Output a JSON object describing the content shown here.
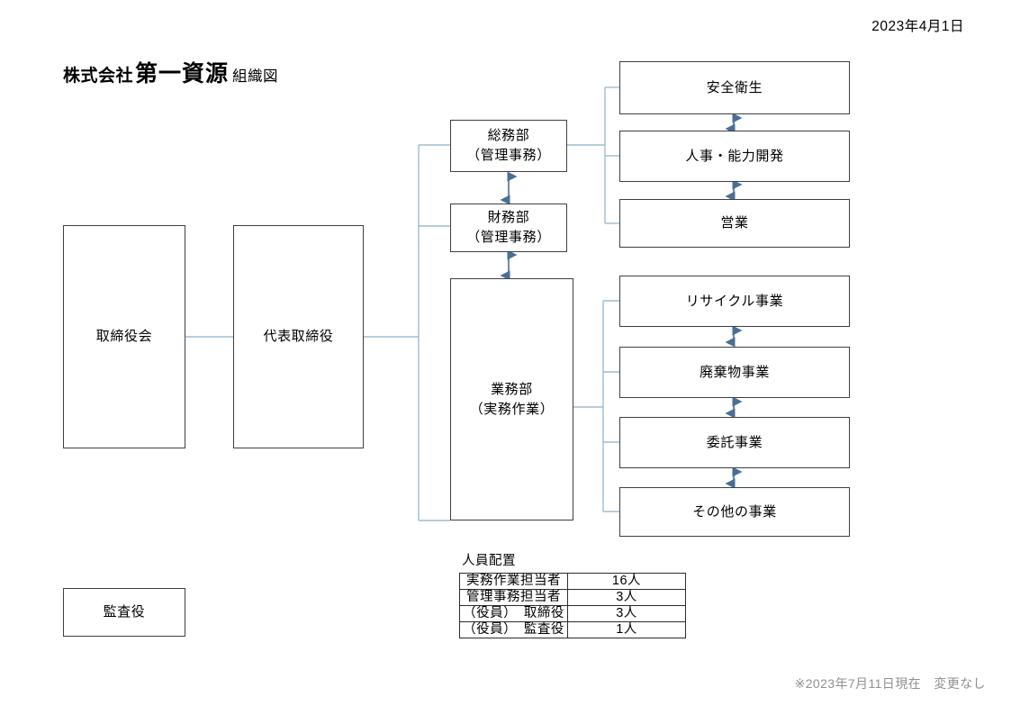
{
  "document": {
    "date": "2023年4月1日",
    "title": {
      "company_prefix": "株式会社",
      "company_name": "第一資源",
      "doc_type": "組織図"
    },
    "footnote": "※2023年7月11日現在　変更なし"
  },
  "colors": {
    "box_border": "#3f3f3f",
    "connector": "#9dbbd0",
    "arrow": "#4a6f95",
    "footnote_text": "#909090",
    "background": "#ffffff"
  },
  "nodes": {
    "board": {
      "label": "取締役会"
    },
    "ceo": {
      "label": "代表取締役"
    },
    "auditor": {
      "label": "監査役"
    },
    "general_affairs": {
      "line1": "総務部",
      "line2": "（管理事務）"
    },
    "finance": {
      "line1": "財務部",
      "line2": "（管理事務）"
    },
    "operations": {
      "line1": "業務部",
      "line2": "（実務作業）"
    },
    "safety": {
      "label": "安全衛生"
    },
    "hr": {
      "label": "人事・能力開発"
    },
    "sales": {
      "label": "営業"
    },
    "recycle": {
      "label": "リサイクル事業"
    },
    "waste": {
      "label": "廃棄物事業"
    },
    "contract": {
      "label": "委託事業"
    },
    "other": {
      "label": "その他の事業"
    }
  },
  "staffing_table": {
    "caption": "人員配置",
    "rows": [
      {
        "label": "実務作業担当者",
        "value": "16人"
      },
      {
        "label": "管理事務担当者",
        "value": "3人"
      },
      {
        "label": "（役員）　取締役",
        "value": "3人"
      },
      {
        "label": "（役員）　監査役",
        "value": "1人"
      }
    ]
  }
}
